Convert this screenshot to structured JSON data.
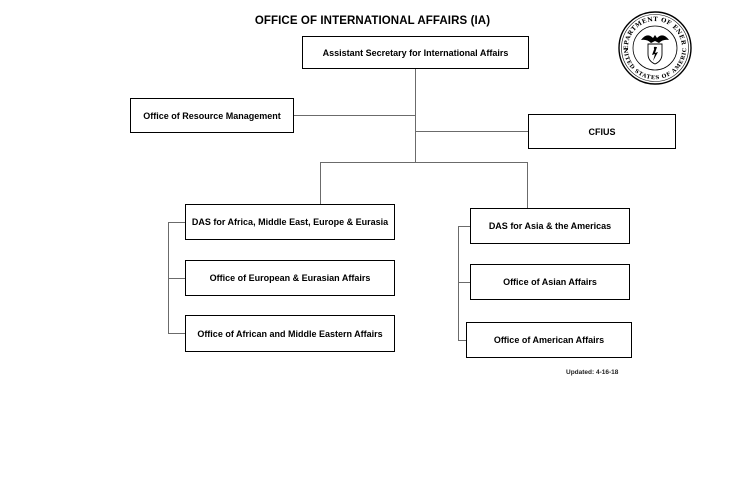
{
  "title": "OFFICE OF INTERNATIONAL AFFAIRS (IA)",
  "boxes": {
    "assistant_secretary": "Assistant Secretary for International Affairs",
    "resource_management": "Office of Resource Management",
    "cfius": "CFIUS",
    "das_africa": "DAS for Africa, Middle East, Europe & Eurasia",
    "european_affairs": "Office of European & Eurasian Affairs",
    "african_affairs": "Office of African and Middle Eastern Affairs",
    "das_asia": "DAS for Asia & the Americas",
    "asian_affairs": "Office of Asian Affairs",
    "american_affairs": "Office of American Affairs"
  },
  "updated": "Updated: 4-16-18",
  "seal": {
    "top_text": "DEPARTMENT OF ENERGY",
    "bottom_text": "UNITED STATES OF AMERICA",
    "icon": "doe-seal-icon"
  }
}
